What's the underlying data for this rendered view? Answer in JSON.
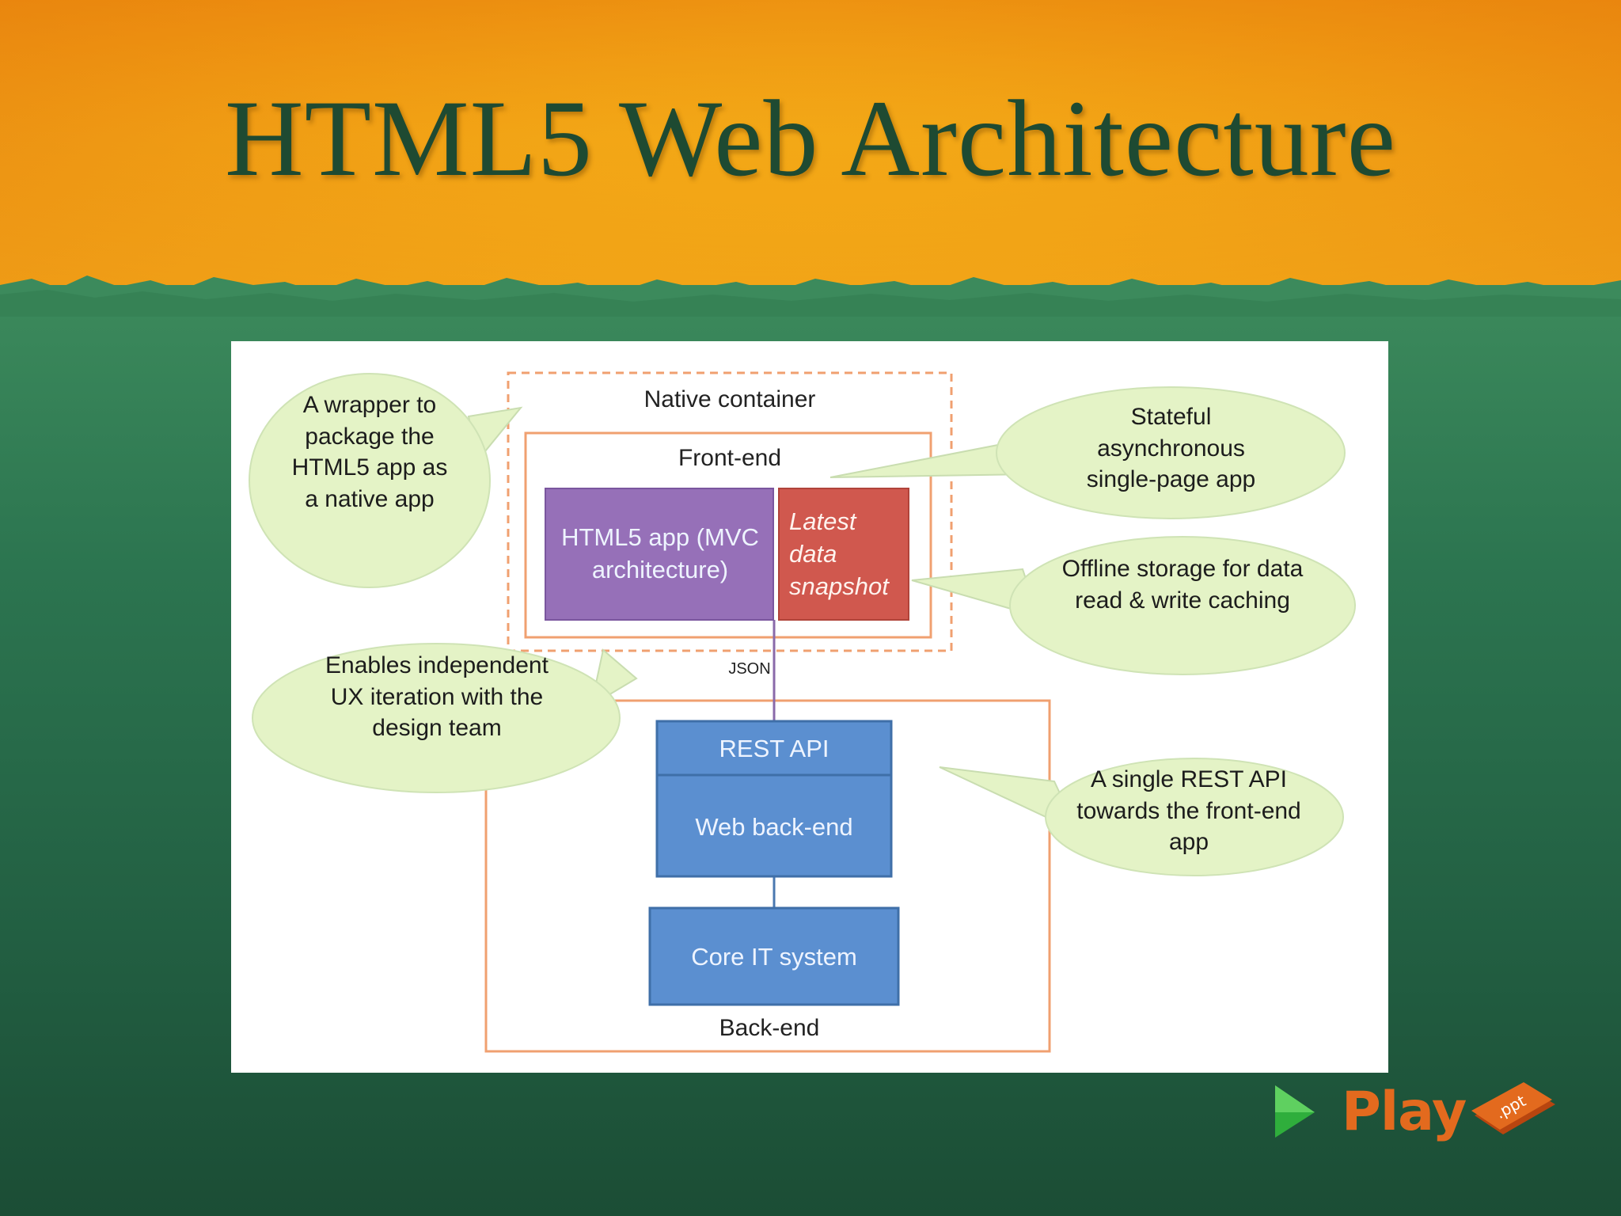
{
  "slide": {
    "title": "HTML5 Web Architecture"
  },
  "diagram": {
    "native_container_label": "Native container",
    "frontend_label": "Front-end",
    "html5_app_label": "HTML5 app (MVC architecture)",
    "snapshot_label": "Latest data snapshot",
    "json_label": "JSON",
    "rest_api_label": "REST API",
    "web_backend_label": "Web back-end",
    "core_it_label": "Core IT system",
    "backend_label": "Back-end",
    "callouts": {
      "wrapper": "A wrapper to package the HTML5 app as a native app",
      "stateful": "Stateful asynchronous single-page app",
      "offline": "Offline storage for data read & write caching",
      "ux": "Enables independent UX iteration with the design team",
      "rest": "A single REST API towards the front-end app"
    },
    "colors": {
      "container_border": "#f0a070",
      "purple_box": "#9670b8",
      "red_box": "#d0584e",
      "blue_box": "#5b8fd0",
      "callout_fill": "#e4f3c6"
    }
  },
  "logo": {
    "word": "Play",
    "badge": ".ppt"
  }
}
